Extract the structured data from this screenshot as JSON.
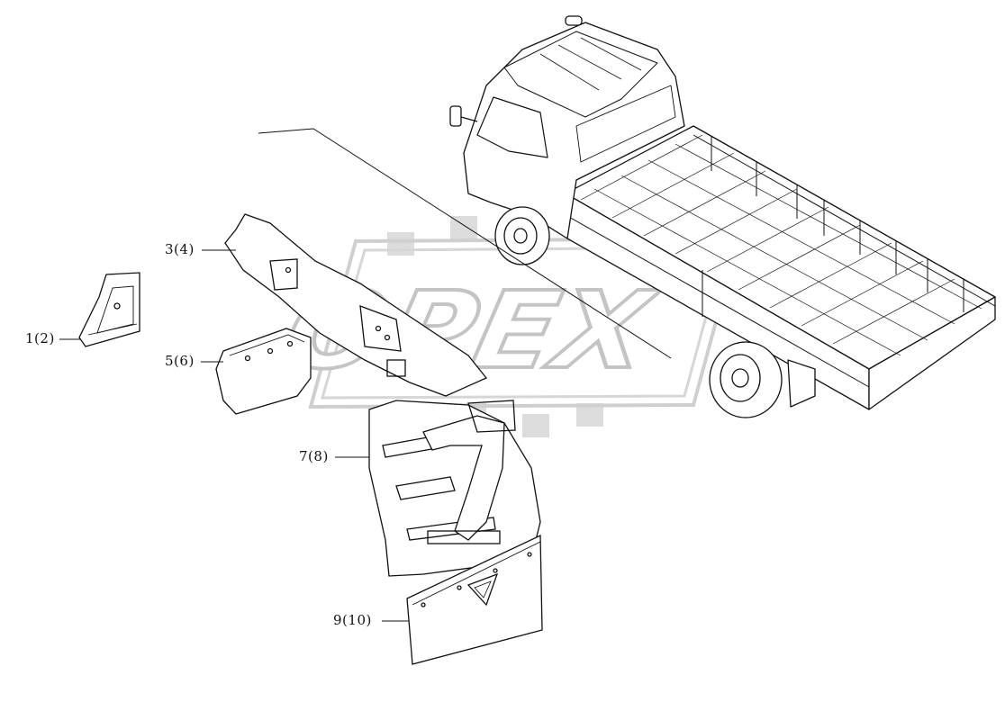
{
  "callouts": [
    {
      "id": "c1",
      "text": "1(2)"
    },
    {
      "id": "c3",
      "text": "3(4)"
    },
    {
      "id": "c5",
      "text": "5(6)"
    },
    {
      "id": "c7",
      "text": "7(8)"
    },
    {
      "id": "c9",
      "text": "9(10)"
    }
  ],
  "watermark": {
    "text": "OPEX"
  },
  "colors": {
    "line": "#111111",
    "part_fill": "#ffffff",
    "watermark": "#c9c9c9"
  }
}
